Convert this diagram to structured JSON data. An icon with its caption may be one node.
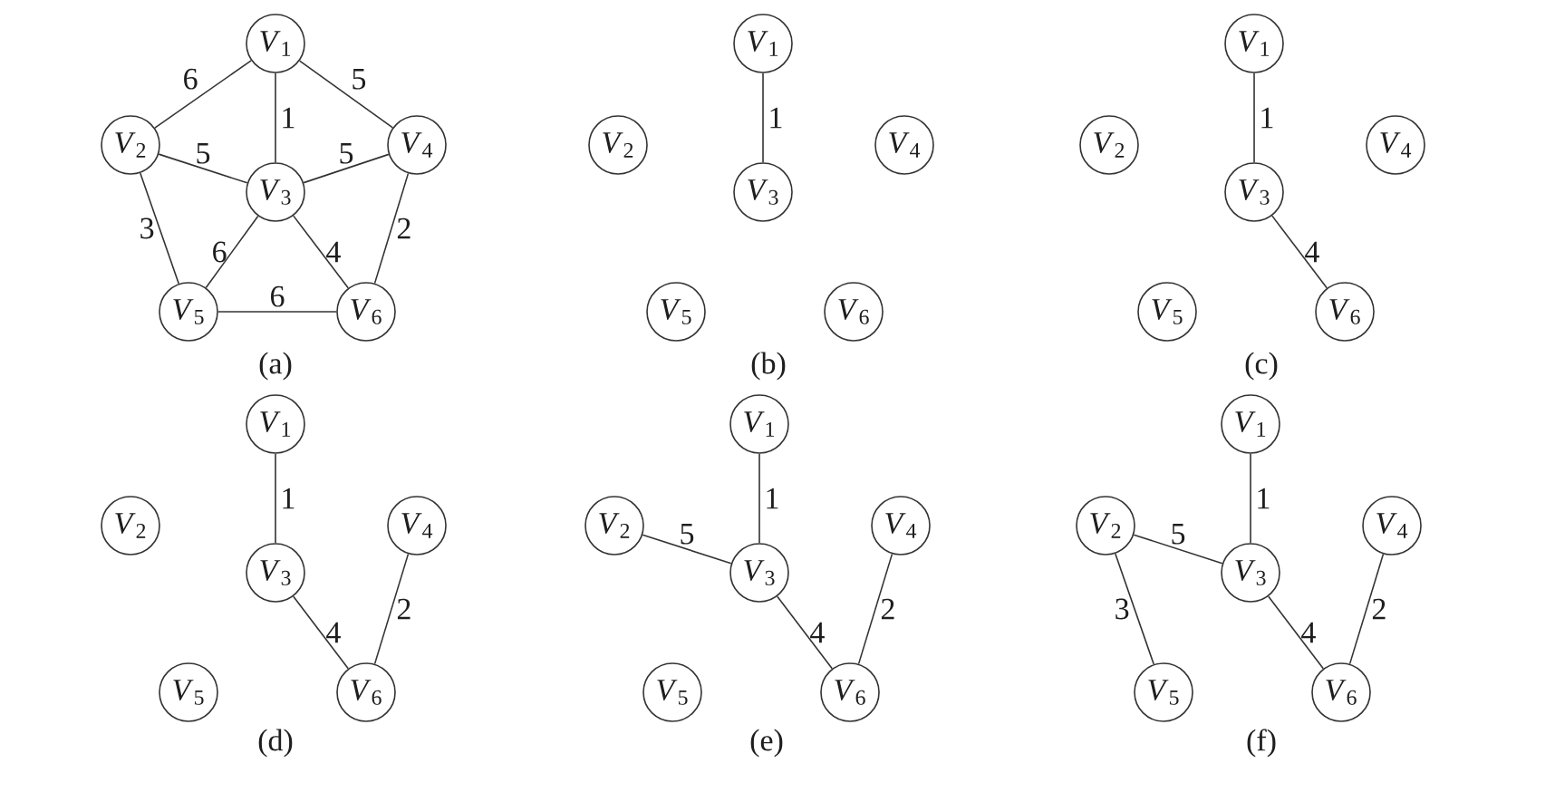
{
  "diagram": {
    "nodes": [
      {
        "text": [
          "*V*$_{1}$"
        ]
      },
      {
        "text": [
          "*V*$_{2}$"
        ]
      },
      {
        "text": [
          "*V*$_{3}$"
        ]
      },
      {
        "text": [
          "*V*$_{4}$"
        ]
      },
      {
        "text": [
          "*V*$_{5}$"
        ]
      },
      {
        "text": [
          "*V*$_{6}$"
        ]
      },
      {
        "text": [
          "*V*$_{1}$"
        ]
      },
      {
        "text": [
          "*V*$_{2}$"
        ]
      },
      {
        "text": [
          "*V*$_{3}$"
        ]
      },
      {
        "text": [
          "*V*$_{4}$"
        ]
      },
      {
        "text": [
          "*V*$_{5}$"
        ]
      },
      {
        "text": [
          "*V*$_{6}$"
        ]
      },
      {
        "text": [
          "*V*$_{1}$"
        ]
      },
      {
        "text": [
          "*V*$_{2}$"
        ]
      },
      {
        "text": [
          "*V*$_{3}$"
        ]
      },
      {
        "text": [
          "*V*$_{4}$"
        ]
      },
      {
        "text": [
          "*V*$_{5}$"
        ]
      },
      {
        "text": [
          "*V*$_{6}$"
        ]
      },
      {
        "text": [
          "*V*$_{1}$"
        ]
      },
      {
        "text": [
          "*V*$_{2}$"
        ]
      },
      {
        "text": [
          "*V*$_{3}$"
        ]
      },
      {
        "text": [
          "*V*$_{4}$"
        ]
      },
      {
        "text": [
          "*V*$_{5}$"
        ]
      },
      {
        "text": [
          "*V*$_{6}$"
        ]
      },
      {
        "text": [
          "*V*$_{1}$"
        ]
      },
      {
        "text": [
          "*V*$_{2}$"
        ]
      },
      {
        "text": [
          "*V*$_{3}$"
        ]
      },
      {
        "text": [
          "*V*$_{4}$"
        ]
      },
      {
        "text": [
          "*V*$_{5}$"
        ]
      },
      {
        "text": [
          "*V*$_{6}$"
        ]
      },
      {
        "text": [
          "*V*$_{1}$"
        ]
      },
      {
        "text": [
          "*V*$_{2}$"
        ]
      },
      {
        "text": [
          "*V*$_{3}$"
        ]
      },
      {
        "text": [
          "*V*$_{4}$"
        ]
      },
      {
        "text": [
          "*V*$_{5}$"
        ]
      },
      {
        "text": [
          "*V*$_{6}$"
        ]
      }
    ],
    "edges": [
      {
        "from": 0,
        "to": 1,
        "arrow": "none",
        "label": "6"
      },
      {
        "from": 0,
        "to": 2,
        "arrow": "none",
        "label": "1"
      },
      {
        "from": 0,
        "to": 3,
        "arrow": "none",
        "label": "5"
      },
      {
        "from": 1,
        "to": 2,
        "arrow": "none",
        "label": "5"
      },
      {
        "from": 2,
        "to": 3,
        "arrow": "none",
        "label": "5"
      },
      {
        "from": 1,
        "to": 4,
        "arrow": "none",
        "label": "3"
      },
      {
        "from": 2,
        "to": 4,
        "arrow": "none",
        "label": "6"
      },
      {
        "from": 2,
        "to": 5,
        "arrow": "none",
        "label": "4"
      },
      {
        "from": 3,
        "to": 5,
        "arrow": "none",
        "label": "2"
      },
      {
        "from": 4,
        "to": 5,
        "arrow": "none",
        "label": "6"
      },
      {
        "from": 6,
        "to": 8,
        "arrow": "none",
        "label": "1"
      },
      {
        "from": 12,
        "to": 14,
        "arrow": "none",
        "label": "1"
      },
      {
        "from": 14,
        "to": 17,
        "arrow": "none",
        "label": "4"
      },
      {
        "from": 18,
        "to": 20,
        "arrow": "none",
        "label": "1"
      },
      {
        "from": 20,
        "to": 23,
        "arrow": "none",
        "label": "4"
      },
      {
        "from": 21,
        "to": 23,
        "arrow": "none",
        "label": "2"
      },
      {
        "from": 24,
        "to": 26,
        "arrow": "none",
        "label": "1"
      },
      {
        "from": 25,
        "to": 26,
        "arrow": "none",
        "label": "5"
      },
      {
        "from": 26,
        "to": 29,
        "arrow": "none",
        "label": "4"
      },
      {
        "from": 27,
        "to": 29,
        "arrow": "none",
        "label": "2"
      },
      {
        "from": 30,
        "to": 32,
        "arrow": "none",
        "label": "1"
      },
      {
        "from": 31,
        "to": 32,
        "arrow": "none",
        "label": "5"
      },
      {
        "from": 31,
        "to": 34,
        "arrow": "none",
        "label": "3"
      },
      {
        "from": 32,
        "to": 35,
        "arrow": "none",
        "label": "4"
      },
      {
        "from": 33,
        "to": 35,
        "arrow": "none",
        "label": "2"
      }
    ],
    "labels": [
      "(a)",
      "(b)",
      "(c)",
      "(d)",
      "(e)",
      "(f)"
    ]
  }
}
